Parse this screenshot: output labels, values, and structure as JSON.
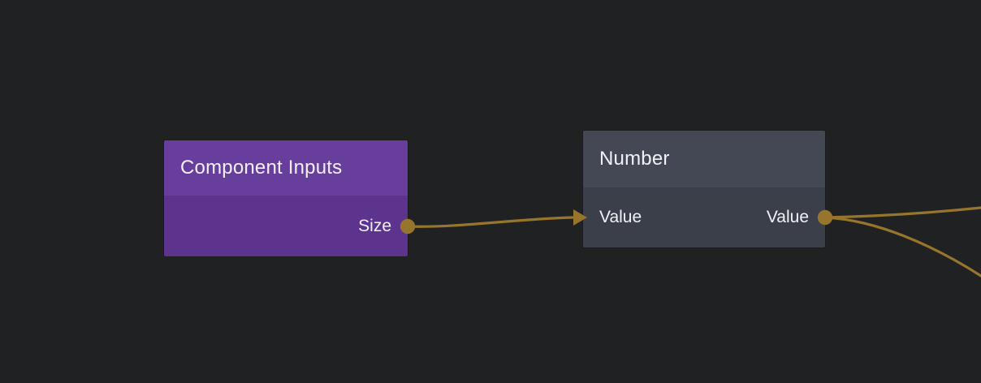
{
  "colors": {
    "canvas-bg": "#202122",
    "component-header": "#683e9c",
    "component-body": "#5c348e",
    "number-header": "#434854",
    "number-body": "#3b3f4a",
    "wire": "#97752c",
    "text": "#f2f1f6"
  },
  "nodes": [
    {
      "id": "component-inputs",
      "title": "Component Inputs",
      "inputs": [],
      "outputs": [
        {
          "label": "Size"
        }
      ]
    },
    {
      "id": "number",
      "title": "Number",
      "inputs": [
        {
          "label": "Value"
        }
      ],
      "outputs": [
        {
          "label": "Value"
        }
      ]
    }
  ],
  "connections": [
    {
      "from": "Component Inputs / Size",
      "to": "Number / Value"
    },
    {
      "from": "Number / Value",
      "to": "offscreen-right-upper"
    },
    {
      "from": "Number / Value",
      "to": "offscreen-right-lower"
    }
  ]
}
